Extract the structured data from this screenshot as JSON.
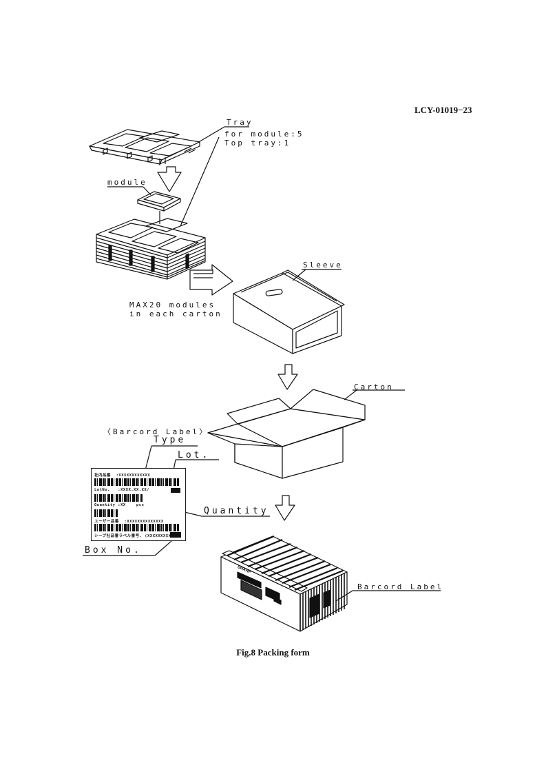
{
  "document": {
    "id": "LCY-01019−23",
    "caption": "Fig.8   Packing form"
  },
  "labels": {
    "tray": "Tray",
    "tray_for_module": "for module:5",
    "tray_top": "Top tray:1",
    "module": "module",
    "max_line1": "MAX20 modules",
    "max_line2": "in each carton",
    "sleeve": "Sleeve",
    "carton": "Carton",
    "barcode_heading": "〈Barcord Label〉",
    "type": "Type",
    "lot": "Lot.",
    "quantity": "Quantity",
    "box_no": "Box No.",
    "barcord_label": "Barcord Label"
  },
  "barcode_label": {
    "row1": "社内品番  :XXXXXXXXXXXX",
    "row2": "LotNo.   :XXXX.XX.XX/",
    "row3": "Quantity :XX    pcs",
    "row4": "ユーザー品番  :XXXXXXXXXXXXXX",
    "row5": "シープ社品番ラベル番号. (XXXXXXXXXXXX)"
  },
  "box_print": {
    "brand": "SHARP"
  }
}
